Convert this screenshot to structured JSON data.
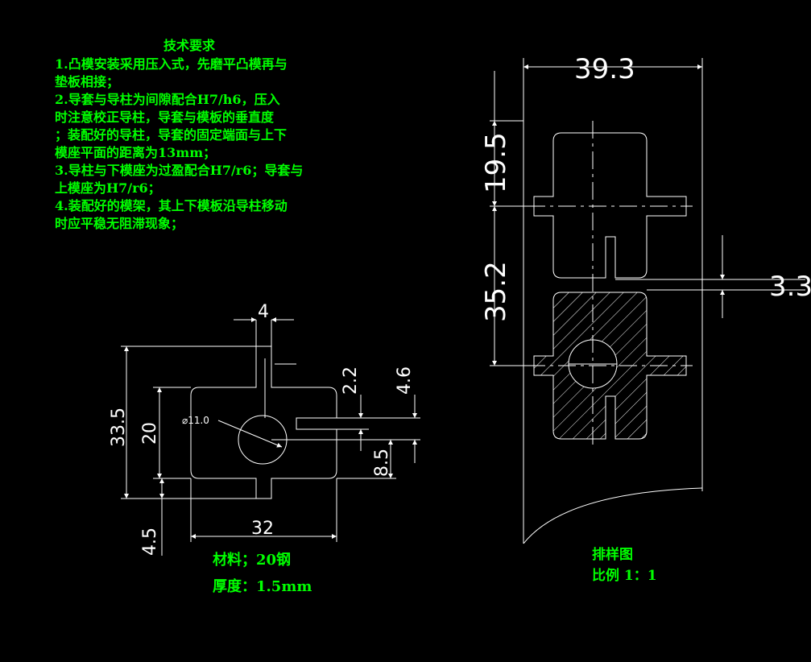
{
  "colors": {
    "background": "#000000",
    "lines": "#ffffff",
    "notes_text": "#00ff00"
  },
  "tech_requirements": {
    "title": "技术要求",
    "lines": [
      "1.凸模安装采用压入式，先磨平凸模再与",
      "垫板相接；",
      "2.导套与导柱为间隙配合H7/h6，压入",
      "时注意校正导柱，导套与模板的垂直度",
      "；装配好的导柱，导套的固定端面与上下",
      "模座平面的距离为13mm；",
      "3.导柱与下模座为过盈配合H7/r6；导套与",
      "上模座为H7/r6；",
      "4.装配好的模架，其上下模板沿导柱移动",
      "时应平稳无阻滞现象；"
    ]
  },
  "part_drawing": {
    "dimensions": {
      "top_width": "4",
      "height_total": "33.5",
      "height_body": "20",
      "diameter": "⌀11.0",
      "dim_2_2": "2.2",
      "dim_4_6": "4.6",
      "dim_8_5": "8.5",
      "dim_4_5": "4.5",
      "width": "32"
    },
    "material": "材料；20钢",
    "thickness": "厚度：1.5mm"
  },
  "layout_drawing": {
    "dimensions": {
      "width": "39.3",
      "pitch": "19.5",
      "step": "35.2",
      "gap": "3.3"
    },
    "title": "排样图",
    "scale": "比例 1：1"
  }
}
